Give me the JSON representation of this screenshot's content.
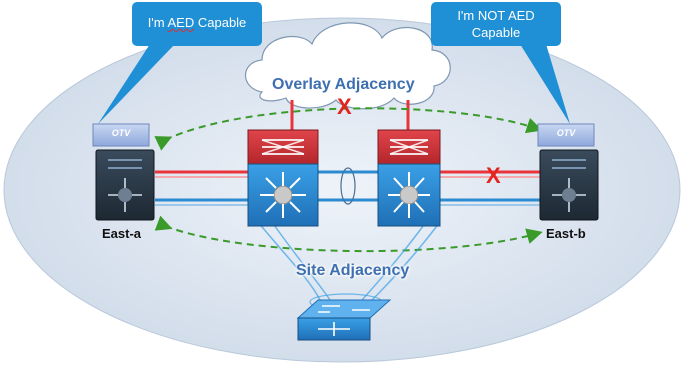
{
  "callouts": {
    "left": {
      "prefix": "I'm ",
      "highlight": "AED",
      "suffix": " Capable"
    },
    "right": {
      "line1": "I'm NOT AED",
      "line2": "Capable"
    }
  },
  "labels": {
    "overlay": "Overlay Adjacency",
    "site": "Site Adjacency",
    "east_a": "East-a",
    "east_b": "East-b",
    "otv_left": "OTV",
    "otv_right": "OTV"
  },
  "marks": {
    "x_overlay": "X",
    "x_link": "X"
  },
  "colors": {
    "callout_blue": "#1f8fd6",
    "cloud_border": "#6c8aa8",
    "ellipse_fill": "#dde6f1",
    "red_link": "#e8343a",
    "blue_link": "#2c8bd0",
    "green_dash": "#3a9a2a",
    "x_red": "#e3241f"
  }
}
